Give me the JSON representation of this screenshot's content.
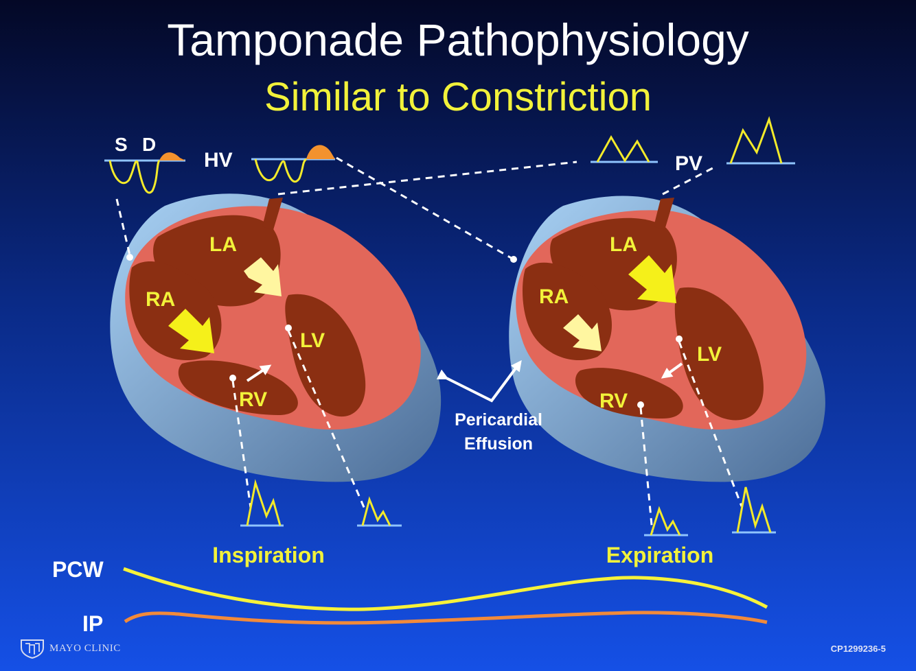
{
  "slide": {
    "title": "Tamponade Pathophysiology",
    "subtitle": "Similar to Constriction",
    "hv_s_label": "S",
    "hv_d_label": "D",
    "hv_label": "HV",
    "pv_label": "PV",
    "left_heart": {
      "la": "LA",
      "ra": "RA",
      "lv": "LV",
      "rv": "RV"
    },
    "right_heart": {
      "la": "LA",
      "ra": "RA",
      "lv": "LV",
      "rv": "RV"
    },
    "effusion_line1": "Pericardial",
    "effusion_line2": "Effusion",
    "inspiration_label": "Inspiration",
    "expiration_label": "Expiration",
    "pcw_label": "PCW",
    "ip_label": "IP",
    "logo_text": "MAYO CLINIC",
    "code": "CP1299236-5"
  },
  "colors": {
    "title": "#ffffff",
    "subtitle_yellow": "#f2f23a",
    "background_top": "#040826",
    "background_bottom": "#1550e6",
    "effusion_blue": "#8ec1ec",
    "myocardium": "#e2675a",
    "chamber": "#8b2f12",
    "pcw_line": "#f7f23a",
    "ip_line": "#f28a3a",
    "doppler_baseline": "#8fc4ff"
  }
}
